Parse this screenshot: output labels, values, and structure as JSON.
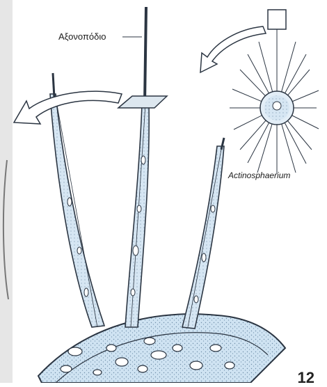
{
  "labels": {
    "axopodium": "Αξονοπόδιο",
    "species": "Actinosphaerium",
    "page_number": "12"
  },
  "colors": {
    "cytoplasm_fill": "#cfe3f2",
    "stipple": "#6f8ea8",
    "outline": "#2b3542",
    "arrow_fill": "#ffffff",
    "bar_fill": "#dde7ef"
  },
  "icons": {
    "left_arrow": "curved-arrow-left-icon",
    "top_arrow": "curved-arrow-top-icon",
    "organism": "sunburst-organism-icon"
  }
}
